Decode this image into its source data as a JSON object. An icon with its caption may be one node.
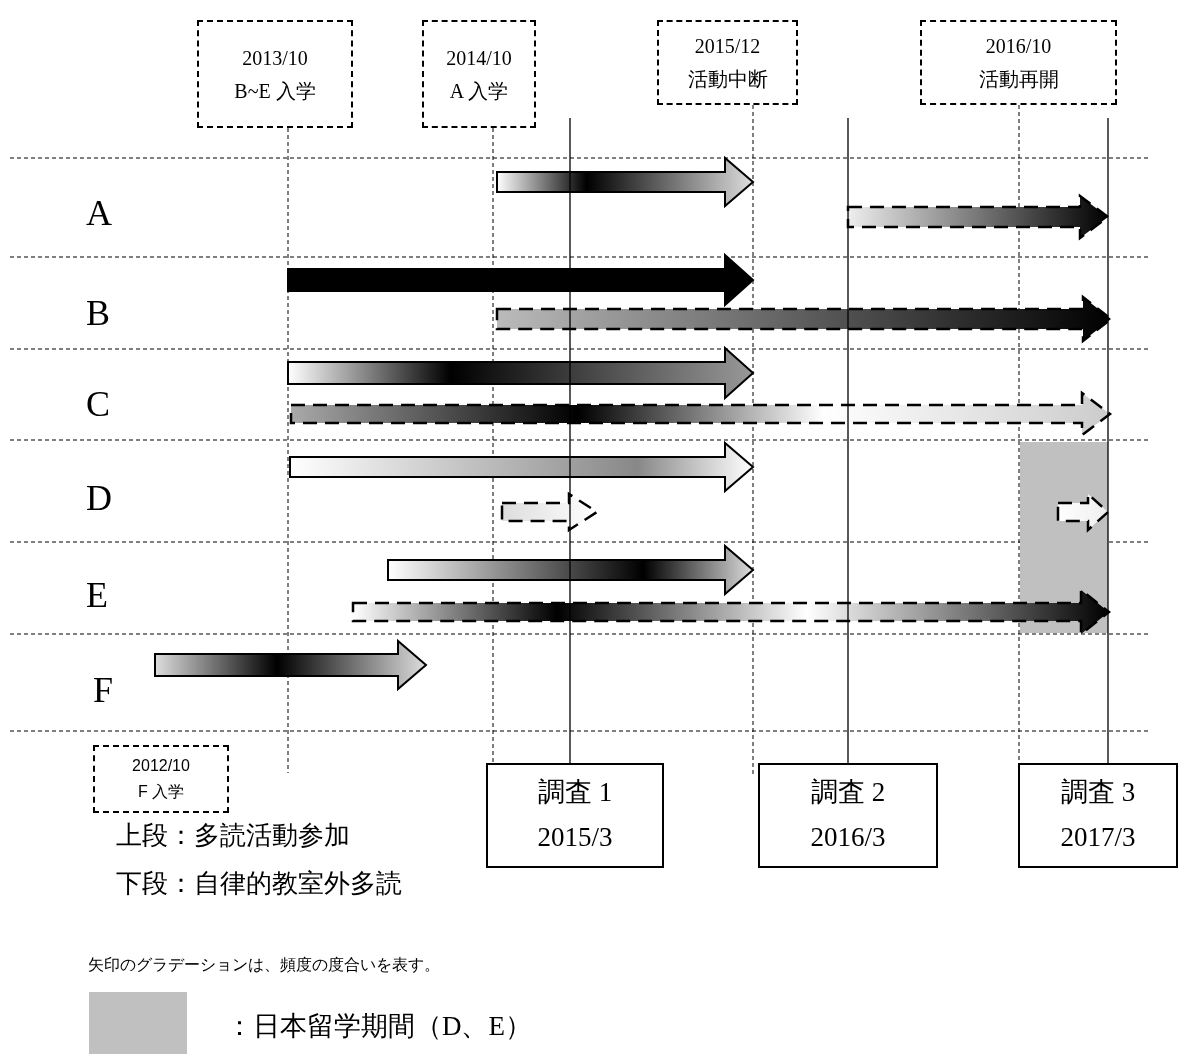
{
  "diagram": {
    "nodes": [
      {
        "text": [
          "2013/10",
          "B~E 入学"
        ]
      },
      {
        "text": [
          "2014/10",
          "A 入学"
        ]
      },
      {
        "text": [
          "2015/12",
          "活動中断"
        ]
      },
      {
        "text": [
          "2016/10",
          "活動再開"
        ]
      },
      {
        "text": [
          "2012/10",
          "F 入学"
        ]
      },
      {
        "text": [
          "調査 1",
          "2015/3"
        ]
      },
      {
        "text": [
          "調査 2",
          "2016/3"
        ]
      },
      {
        "text": [
          "調査 3",
          "2017/3"
        ]
      }
    ],
    "labels": [
      "A",
      "B",
      "C",
      "D",
      "E",
      "F",
      "上段：多読活動参加",
      "下段：自律的教室外多読",
      "矢印のグラデーションは、頻度の度合いを表す。"
    ],
    "legend": [
      {
        "text": "：日本留学期間（D、E）",
        "color": "#c0c0c0"
      }
    ]
  }
}
